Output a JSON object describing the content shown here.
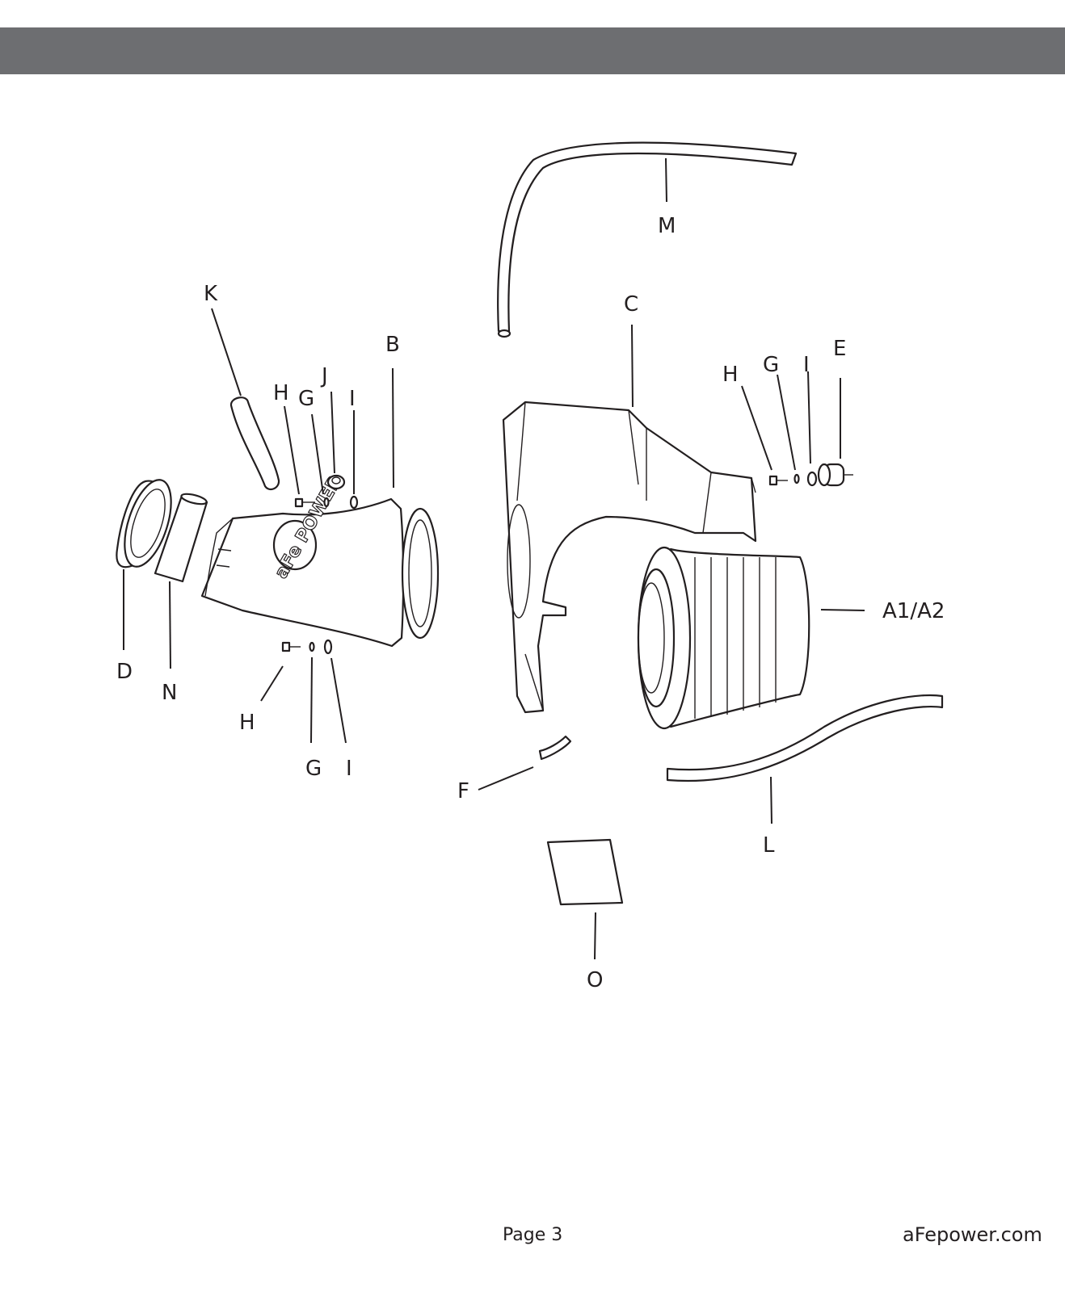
{
  "labels": {
    "M": "M",
    "C": "C",
    "K": "K",
    "B": "B",
    "J": "J",
    "H1": "H",
    "G1": "G",
    "I1": "I",
    "H2": "H",
    "G2": "G",
    "I2": "I",
    "E": "E",
    "D": "D",
    "N": "N",
    "H3": "H",
    "G3": "G",
    "I3": "I",
    "A1A2": "A1/A2",
    "F": "F",
    "L": "L",
    "O": "O"
  },
  "logo": "aFe POWER",
  "footer": {
    "page": "Page 3",
    "website": "aFepower.com"
  },
  "colors": {
    "header_bar": "#6d6e71",
    "ink": "#231f20"
  }
}
